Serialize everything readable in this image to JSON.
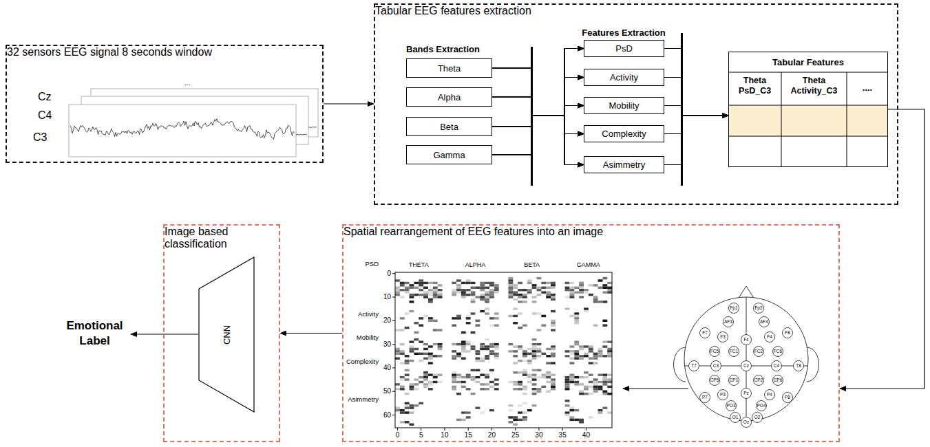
{
  "diagram": {
    "nodes": [
      {
        "text": [
          "32 sensors EEG signal 8 seconds window"
        ]
      },
      {
        "text": [
          "Tabular EEG features extraction"
        ]
      },
      {
        "text": [
          "Theta"
        ],
        "in": 1
      },
      {
        "text": [
          "Alpha"
        ],
        "in": 1
      },
      {
        "text": [
          "Beta"
        ],
        "in": 1
      },
      {
        "text": [
          "Gamma"
        ],
        "in": 1
      },
      {
        "text": [
          "PsD"
        ],
        "in": 1
      },
      {
        "text": [
          "Activity"
        ],
        "in": 1
      },
      {
        "text": [
          "Mobility"
        ],
        "in": 1
      },
      {
        "text": [
          "Complexity"
        ],
        "in": 1
      },
      {
        "text": [
          "Asimmetry"
        ],
        "in": 1
      },
      {
        "text": [
          "Tabular Features"
        ],
        "in": 1
      },
      {
        "text": [
          "Spatial rearrangement of EEG features into an image"
        ]
      },
      {
        "text": [
          "Image based classification"
        ]
      },
      {
        "text": [
          "CNN"
        ],
        "in": 13
      },
      {
        "text": [
          "Emotional Label"
        ]
      }
    ],
    "edges": [
      {
        "from": 0,
        "to": 1,
        "arrow": "to"
      },
      {
        "from": 2,
        "to": 6,
        "arrow": "to"
      },
      {
        "from": 2,
        "to": 7,
        "arrow": "to"
      },
      {
        "from": 2,
        "to": 8,
        "arrow": "to"
      },
      {
        "from": 2,
        "to": 9,
        "arrow": "to"
      },
      {
        "from": 2,
        "to": 10,
        "arrow": "to"
      },
      {
        "from": 3,
        "to": 6,
        "arrow": "to"
      },
      {
        "from": 3,
        "to": 7,
        "arrow": "to"
      },
      {
        "from": 3,
        "to": 8,
        "arrow": "to"
      },
      {
        "from": 3,
        "to": 9,
        "arrow": "to"
      },
      {
        "from": 3,
        "to": 10,
        "arrow": "to"
      },
      {
        "from": 4,
        "to": 6,
        "arrow": "to"
      },
      {
        "from": 4,
        "to": 7,
        "arrow": "to"
      },
      {
        "from": 4,
        "to": 8,
        "arrow": "to"
      },
      {
        "from": 4,
        "to": 9,
        "arrow": "to"
      },
      {
        "from": 4,
        "to": 10,
        "arrow": "to"
      },
      {
        "from": 5,
        "to": 6,
        "arrow": "to"
      },
      {
        "from": 5,
        "to": 7,
        "arrow": "to"
      },
      {
        "from": 5,
        "to": 8,
        "arrow": "to"
      },
      {
        "from": 5,
        "to": 9,
        "arrow": "to"
      },
      {
        "from": 5,
        "to": 10,
        "arrow": "to"
      },
      {
        "from": 6,
        "to": 11,
        "arrow": "to"
      },
      {
        "from": 7,
        "to": 11,
        "arrow": "to"
      },
      {
        "from": 8,
        "to": 11,
        "arrow": "to"
      },
      {
        "from": 9,
        "to": 11,
        "arrow": "to"
      },
      {
        "from": 10,
        "to": 11,
        "arrow": "to"
      },
      {
        "from": 11,
        "to": 12,
        "arrow": "to"
      },
      {
        "from": 12,
        "to": 13,
        "arrow": "to"
      },
      {
        "from": 14,
        "to": 15,
        "arrow": "to"
      }
    ],
    "labels": [
      "Bands Extraction",
      "Features Extraction",
      "Cz",
      "C4",
      "C3",
      "...",
      "Theta PsD_C3",
      "Theta Activity_C3",
      "....",
      "THETA",
      "ALPHA",
      "BETA",
      "GAMMA",
      "PSD",
      "Activity",
      "Mobility",
      "Complexity",
      "Asimmetry",
      "0",
      "10",
      "20",
      "30",
      "40",
      "50",
      "60",
      "0",
      "5",
      "10",
      "15",
      "20",
      "25",
      "30",
      "35",
      "40",
      "Fp1",
      "Fp2",
      "AF3",
      "AF4",
      "F7",
      "F3",
      "Fz",
      "F4",
      "F8",
      "FC5",
      "FC1",
      "FC2",
      "FC6",
      "T7",
      "C3",
      "Cz",
      "C4",
      "T8",
      "CP5",
      "CP1",
      "CP2",
      "CP6",
      "P7",
      "P3",
      "Pz",
      "P4",
      "P8",
      "PO3",
      "PO4",
      "O1",
      "Oz",
      "O2"
    ]
  }
}
